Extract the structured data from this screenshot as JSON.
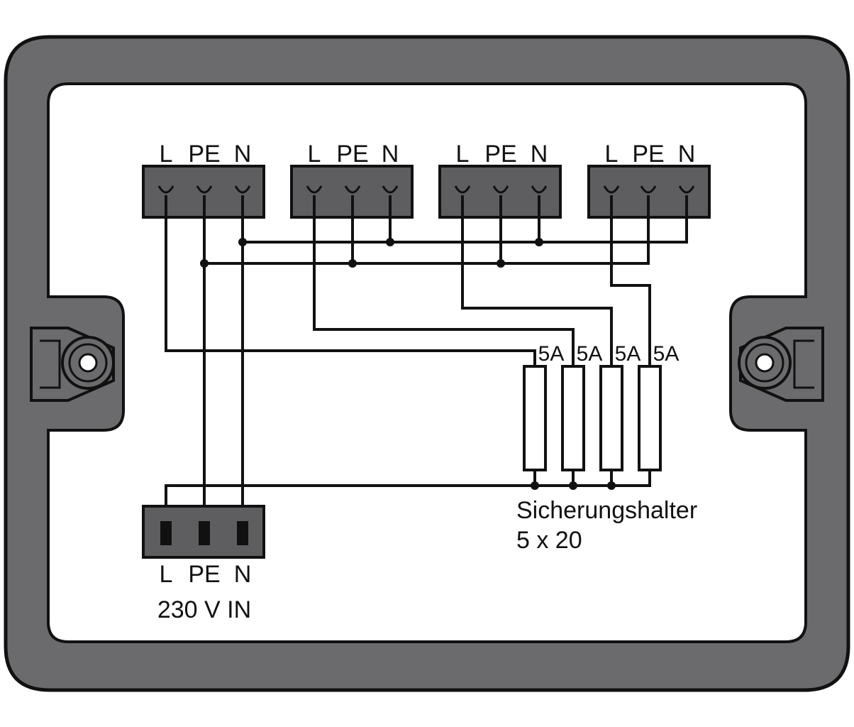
{
  "colors": {
    "frame": "#6b6b6d",
    "frame_outline": "#111111",
    "panel": "#ffffff",
    "connector": "#5e5e60",
    "wire": "#111111"
  },
  "outputs": [
    {
      "labels": [
        "L",
        "PE",
        "N"
      ]
    },
    {
      "labels": [
        "L",
        "PE",
        "N"
      ]
    },
    {
      "labels": [
        "L",
        "PE",
        "N"
      ]
    },
    {
      "labels": [
        "L",
        "PE",
        "N"
      ]
    }
  ],
  "fuses": [
    {
      "rating": "5A"
    },
    {
      "rating": "5A"
    },
    {
      "rating": "5A"
    },
    {
      "rating": "5A"
    }
  ],
  "fuse_holder": {
    "line1": "Sicherungshalter",
    "line2": "5 x 20"
  },
  "input": {
    "labels": [
      "L",
      "PE",
      "N"
    ],
    "caption": "230 V IN"
  },
  "icons": [
    "mounting-hole-icon-left",
    "mounting-hole-icon-right"
  ]
}
